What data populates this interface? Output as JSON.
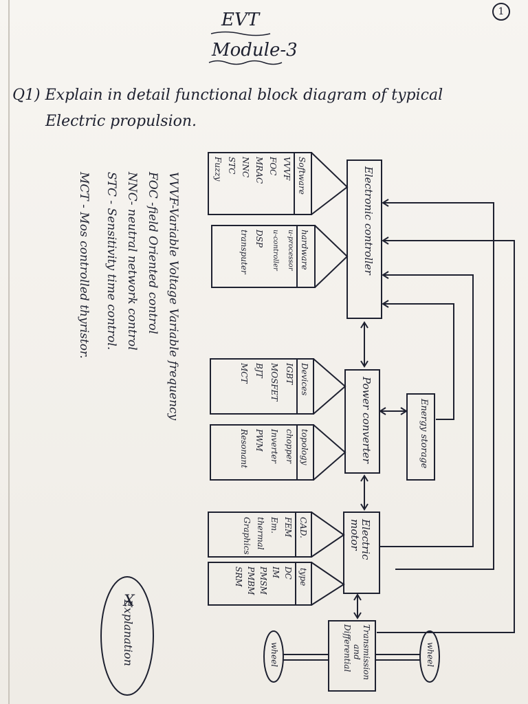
{
  "header": {
    "title": "EVT",
    "subtitle": "Module-3",
    "page_number": "1"
  },
  "question": {
    "line1": "Q1) Explain in detail functional block diagram of typical",
    "line2": "Electric propulsion."
  },
  "blocks": {
    "electronic_controller": "Electronic controller",
    "power_converter": "Power converter",
    "energy_storage": "Energy storage",
    "electric_motor": "Electric motor",
    "transmission": [
      "Transmission",
      "and",
      "Differential"
    ],
    "wheel_left": "wheel",
    "wheel_right": "wheel"
  },
  "side_boxes": [
    {
      "key": "software",
      "header": "Software",
      "items": [
        "VVVF",
        "FOC",
        "MRAC",
        "NNC",
        "STC",
        "Fuzzy"
      ]
    },
    {
      "key": "hardware",
      "header": "hardware",
      "items": [
        "u-processor",
        "u-controller",
        "DSP",
        "transputer"
      ]
    },
    {
      "key": "devices",
      "header": "Devices",
      "items": [
        "IGBT",
        "MOSFET",
        "BJT",
        "MCT"
      ]
    },
    {
      "key": "topology",
      "header": "topology",
      "items": [
        "chopper",
        "Inverter",
        "PWM",
        "Resonant"
      ]
    },
    {
      "key": "cad",
      "header": "CAD.",
      "items": [
        "FEM",
        "Em.",
        "thermal",
        "Graphics"
      ]
    },
    {
      "key": "type",
      "header": "type",
      "items": [
        "DC",
        "IM",
        "PMSM",
        "PMBM",
        "SRM"
      ]
    }
  ],
  "abbreviations": [
    "VVVF-Variable Voltage Variable frequency",
    "FOC -field Oriented control",
    "NNC- neutral network control",
    "STC - Sensitivity time control.",
    "MCT - Mos controlled thyristor."
  ],
  "stamp": {
    "mark": "X",
    "text": "Explanation"
  },
  "colors": {
    "ink": "#1e2130",
    "paper": "#f4f2ee"
  }
}
